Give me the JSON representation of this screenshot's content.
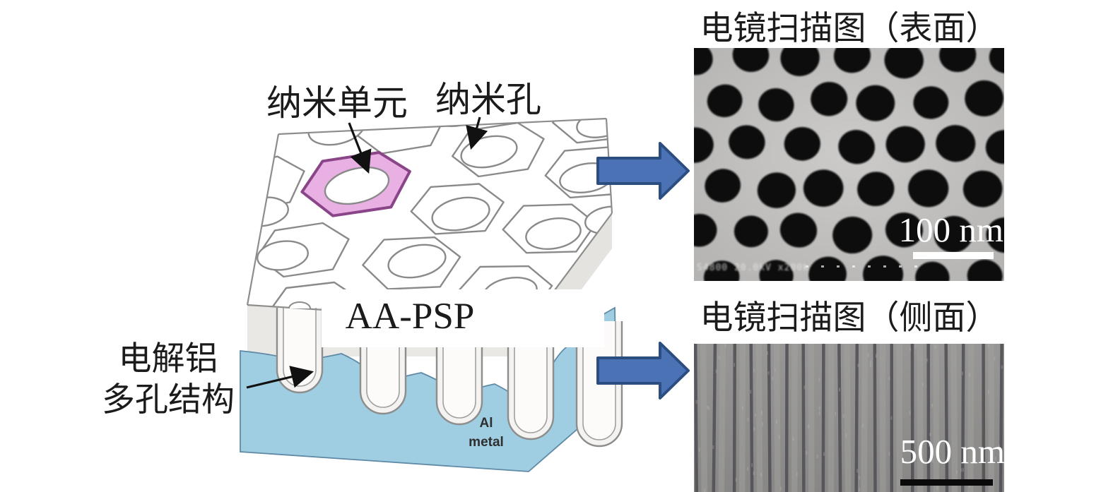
{
  "schematic": {
    "nano_unit_label": "纳米单元",
    "nano_pore_label": "纳米孔",
    "aapsp_label": "AA-PSP",
    "porous_label_line1": "电解铝",
    "porous_label_line2": "多孔结构",
    "al_metal_line1": "Al",
    "al_metal_line2": "metal"
  },
  "sem_surface": {
    "title": "电镜扫描图（表面）",
    "scale_label": "100 nm",
    "instrument_watermark": "S4800 20.0kV x200k"
  },
  "sem_side": {
    "title": "电镜扫描图（侧面）",
    "scale_label": "500 nm"
  },
  "colors": {
    "flow_arrow_fill": "#4a72b4",
    "flow_arrow_border": "#2b4d80",
    "al_base_blue": "#9fcde2",
    "al_base_blue_edge": "#5f8aa6",
    "nano_cell_pink": "#e8b0e3",
    "nano_cell_pink_border": "#8a4589"
  }
}
